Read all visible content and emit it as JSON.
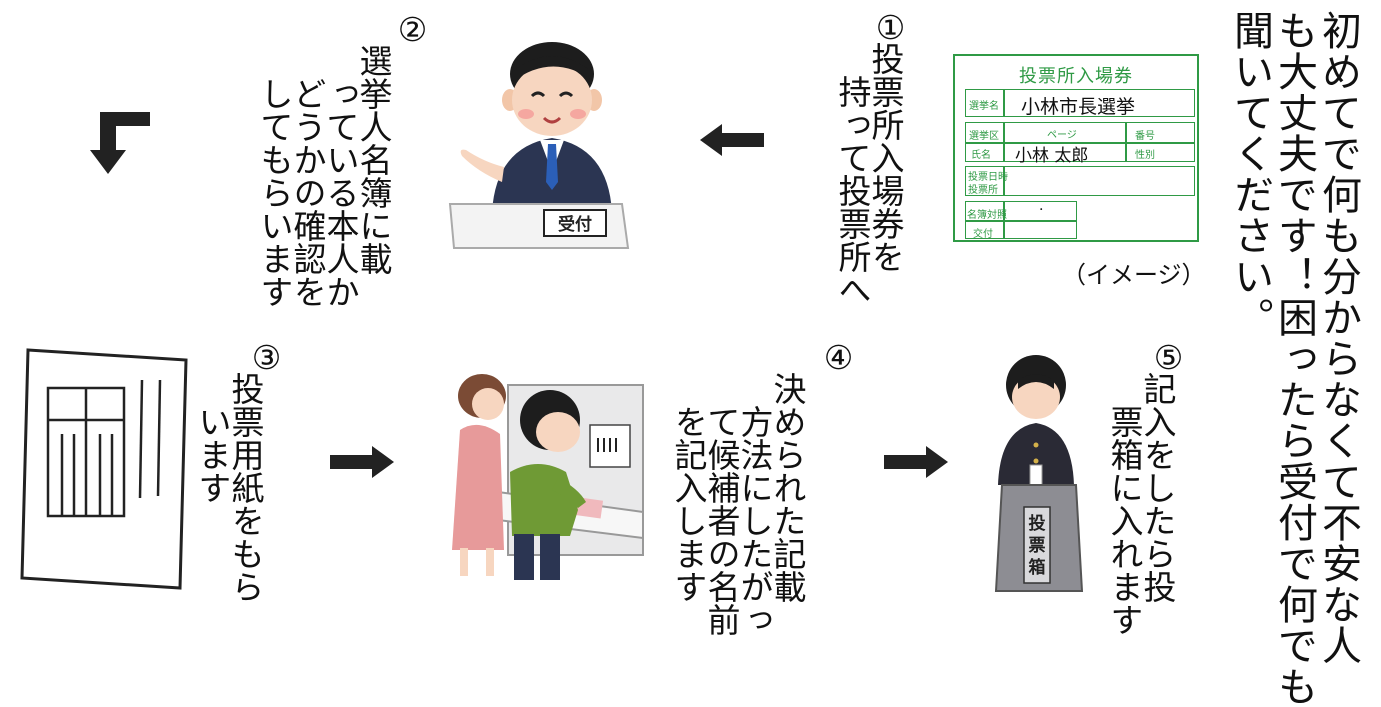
{
  "intro": {
    "lines": [
      "初めてで何も分からなくて不安な人",
      "も大丈夫です！困ったら受付で何でも",
      "聞いてください。"
    ]
  },
  "steps": [
    {
      "number": "①",
      "text": "投票所入場券を\n　持って投票所へ"
    },
    {
      "number": "②",
      "text": "選挙人名簿に載\n　っている本人か\n　どうかの確認を\n　してもらいます"
    },
    {
      "number": "③",
      "text": "投票用紙をもら\n　います"
    },
    {
      "number": "④",
      "text": "決められた記載\n　方法にしたがっ\n　て候補者の名前\n　を記入します"
    },
    {
      "number": "⑤",
      "text": "記入をしたら投\n　票箱に入れます"
    }
  ],
  "ticket": {
    "title": "投票所入場券",
    "election_label": "選挙名",
    "election_value": "小林市長選挙",
    "district_label": "選挙区",
    "page_label": "ページ",
    "number_label": "番号",
    "name_label": "氏名",
    "name_value": "小林 太郎",
    "gender_label": "性別",
    "datetime_label_1": "投票日時",
    "datetime_label_2": "投票所",
    "register_label": "名簿対照",
    "register_value": ".",
    "issue_label": "交付",
    "caption": "（イメージ）"
  },
  "reception_sign": "受付",
  "ballot_box_label": "投票箱",
  "colors": {
    "ticket_green": "#2f9a45",
    "arrow": "#222222",
    "suit": "#2b3552",
    "skin": "#f7d6c0"
  }
}
